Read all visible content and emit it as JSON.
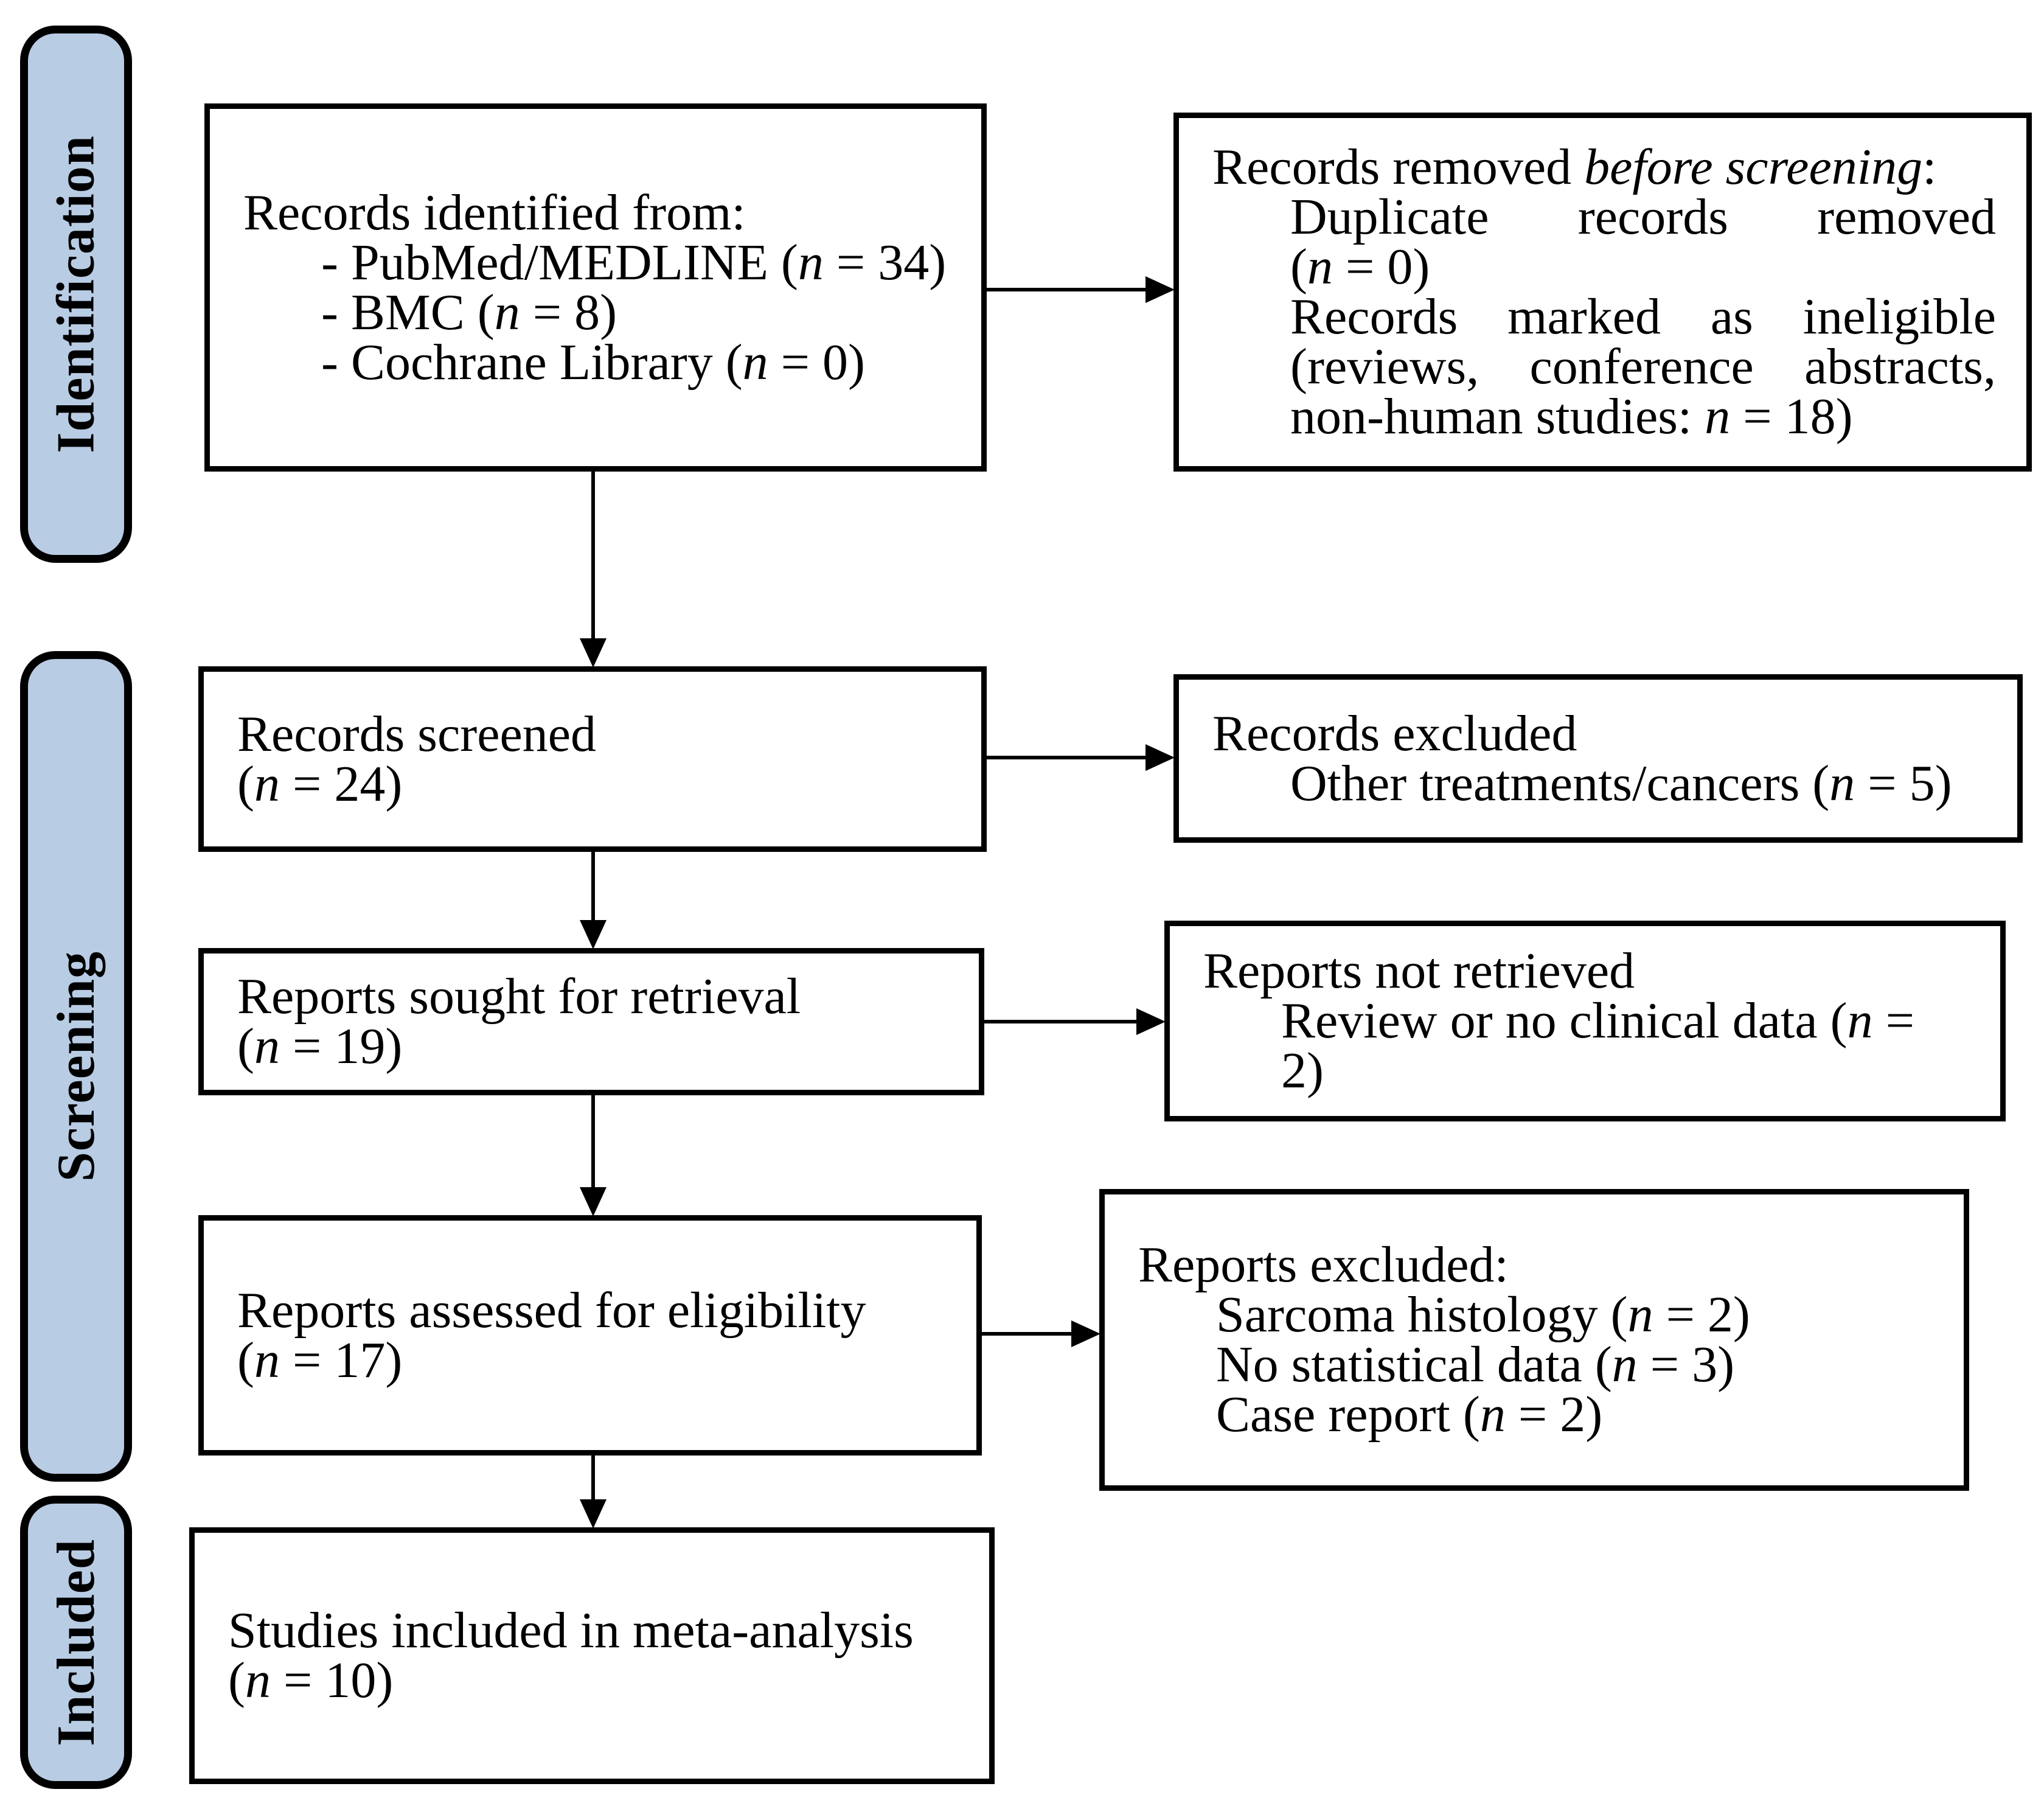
{
  "figure": {
    "kind": "prisma-flow-diagram",
    "background_color": "#ffffff",
    "tab_fill_color": "#b8cce4",
    "line_color": "#000000"
  },
  "sidebar": {
    "stages": [
      {
        "label": "Identification"
      },
      {
        "label": "Screening"
      },
      {
        "label": "Included"
      }
    ]
  },
  "boxes": {
    "identified": {
      "lines": [
        {
          "pre": "Records identified from:"
        },
        {
          "pre": "- PubMed/MEDLINE (",
          "it": "n",
          "post": " = 34)",
          "indent": true
        },
        {
          "pre": "- BMC (",
          "it": "n",
          "post": " = 8)",
          "indent": true
        },
        {
          "pre": "- Cochrane Library (",
          "it": "n",
          "post": " = 0)",
          "indent": true
        }
      ]
    },
    "removed_before_screening": {
      "lines": [
        {
          "pre": "Records removed ",
          "it": "before screening",
          "post": ":"
        },
        {
          "pre": "Duplicate records removed",
          "indent": true,
          "stretch": true
        },
        {
          "pre": "(",
          "it": "n",
          "post": " = 0)",
          "indent": true
        },
        {
          "pre": "Records marked as ineligible",
          "indent": true,
          "stretch": true
        },
        {
          "pre": "(reviews, conference abstracts,",
          "indent": true,
          "stretch": true
        },
        {
          "pre": "non-human studies: ",
          "it": "n",
          "post": " = 18)",
          "indent": true
        }
      ]
    },
    "screened": {
      "lines": [
        {
          "pre": "Records screened"
        },
        {
          "pre": "(",
          "it": "n",
          "post": " = 24)"
        }
      ]
    },
    "records_excluded": {
      "lines": [
        {
          "pre": "Records excluded"
        },
        {
          "pre": "Other treatments/cancers (",
          "it": "n",
          "post": " = 5)",
          "indent": true
        }
      ]
    },
    "sought_for_retrieval": {
      "lines": [
        {
          "pre": "Reports sought for retrieval"
        },
        {
          "pre": "(",
          "it": "n",
          "post": " = 19)"
        }
      ]
    },
    "not_retrieved": {
      "lines": [
        {
          "pre": "Reports not retrieved"
        },
        {
          "pre": "Review or no clinical data (",
          "it": "n",
          "post": " = 2)",
          "indent": true
        }
      ]
    },
    "assessed_for_eligibility": {
      "lines": [
        {
          "pre": "Reports assessed for eligibility"
        },
        {
          "pre": "(",
          "it": "n",
          "post": " = 17)"
        }
      ]
    },
    "reports_excluded": {
      "lines": [
        {
          "pre": "Reports excluded:"
        },
        {
          "pre": "Sarcoma histology (",
          "it": "n",
          "post": " = 2)",
          "indent": true
        },
        {
          "pre": "No statistical data (",
          "it": "n",
          "post": " = 3)",
          "indent": true
        },
        {
          "pre": "Case report (",
          "it": "n",
          "post": " = 2)",
          "indent": true
        }
      ]
    },
    "included_in_meta_analysis": {
      "lines": [
        {
          "pre": "Studies included in meta-analysis"
        },
        {
          "pre": "(",
          "it": "n",
          "post": " = 10)"
        }
      ]
    }
  }
}
